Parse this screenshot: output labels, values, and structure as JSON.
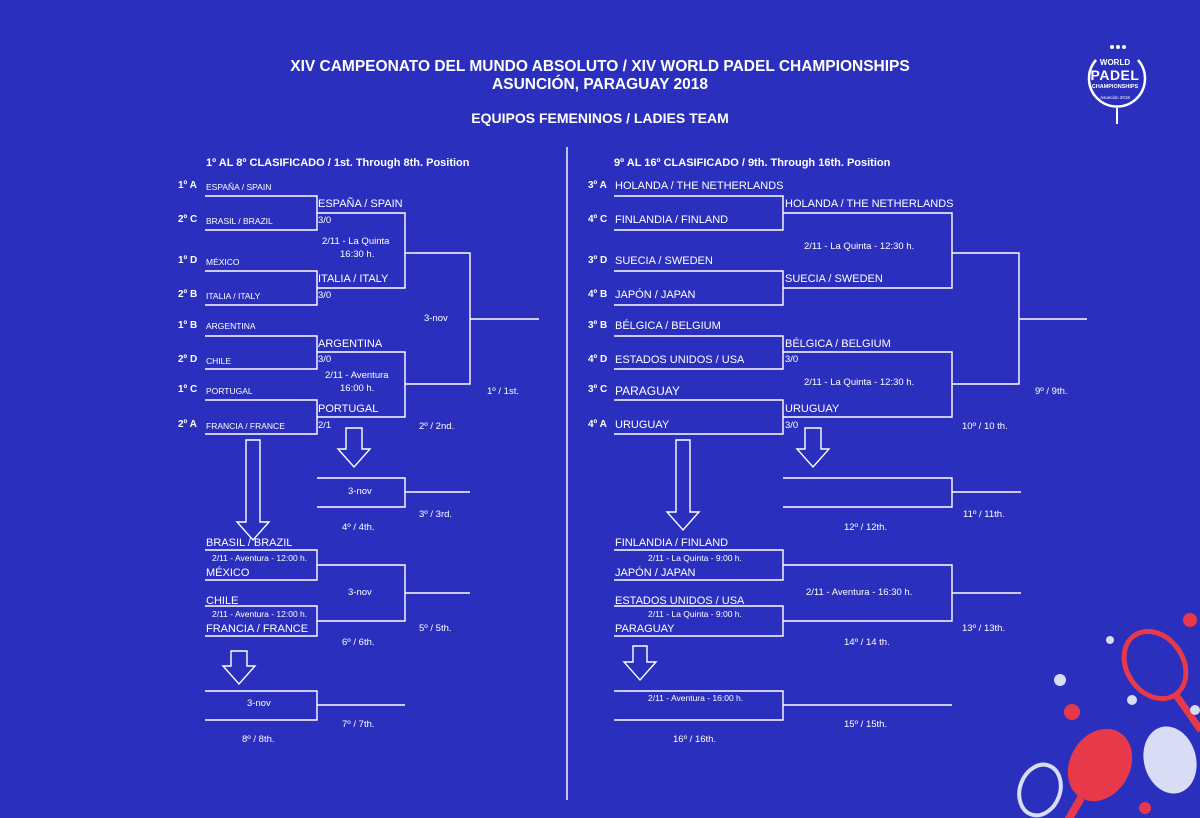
{
  "header": {
    "title_line1": "XIV CAMPEONATO DEL MUNDO ABSOLUTO / XIV WORLD PADEL CHAMPIONSHIPS",
    "title_line2": "ASUNCIÓN, PARAGUAY 2018",
    "title_line3": "EQUIPOS FEMENINOS / LADIES TEAM"
  },
  "logo": {
    "l1": "WORLD",
    "l2": "PADEL",
    "l3": "CHAMPIONSHIPS",
    "l4": "Asunción 2018"
  },
  "left": {
    "heading": "1º AL 8º CLASIFICADO / 1st. Through 8th. Position",
    "seeds": [
      "1º A",
      "2º C",
      "1º D",
      "2º B",
      "1º B",
      "2º D",
      "1º C",
      "2º A"
    ],
    "teams": [
      "ESPAÑA / SPAIN",
      "BRASIL / BRAZIL",
      "MÉXICO",
      "ITALIA / ITALY",
      "ARGENTINA",
      "CHILE",
      "PORTUGAL",
      "FRANCIA / FRANCE"
    ],
    "qf_winners": [
      "ESPAÑA / SPAIN",
      "ITALIA / ITALY",
      "ARGENTINA",
      "PORTUGAL"
    ],
    "qf_scores": [
      "3/0",
      "3/0",
      "3/0",
      "2/1"
    ],
    "sf1_date_line1": "2/11 - La Quinta",
    "sf1_date_line2": "16:30 h.",
    "sf2_date_line1": "2/11 - Aventura",
    "sf2_date_line2": "16:00 h.",
    "final_date": "3-nov",
    "first": "1º / 1st.",
    "second": "2º / 2nd.",
    "third_date": "3-nov",
    "third": "3º / 3rd.",
    "fourth": "4º / 4th.",
    "cons": {
      "t1": "BRASIL / BRAZIL",
      "d1": "2/11 - Aventura - 12:00 h.",
      "t2": "MÉXICO",
      "t3": "CHILE",
      "d2": "2/11 - Aventura - 12:00 h.",
      "t4": "FRANCIA / FRANCE",
      "final_date": "3-nov",
      "fifth": "5º / 5th.",
      "sixth": "6º / 6th.",
      "seventh_date": "3-nov",
      "seventh": "7º / 7th.",
      "eighth": "8º / 8th."
    }
  },
  "right": {
    "heading": "9º AL 16º CLASIFICADO / 9th. Through 16th. Position",
    "seeds": [
      "3º A",
      "4º C",
      "3º D",
      "4º B",
      "3º B",
      "4º D",
      "3º C",
      "4º A"
    ],
    "teams": [
      "HOLANDA / THE NETHERLANDS",
      "FINLANDIA / FINLAND",
      "SUECIA / SWEDEN",
      "JAPÓN / JAPAN",
      "BÉLGICA / BELGIUM",
      "ESTADOS UNIDOS / USA",
      "PARAGUAY",
      "URUGUAY"
    ],
    "qf_winners": [
      "HOLANDA / THE NETHERLANDS",
      "SUECIA / SWEDEN",
      "BÉLGICA / BELGIUM",
      "URUGUAY"
    ],
    "qf_scores": [
      "",
      "",
      "3/0",
      "3/0"
    ],
    "sf1_date": "2/11 - La Quinta - 12:30 h.",
    "sf2_date": "2/11 - La Quinta - 12:30 h.",
    "ninth": "9º / 9th.",
    "tenth": "10º / 10 th.",
    "eleventh": "11º / 11th.",
    "twelfth": "12º / 12th.",
    "cons": {
      "t1": "FINLANDIA / FINLAND",
      "d1": "2/11 - La Quinta - 9:00 h.",
      "t2": "JAPÓN / JAPAN",
      "t3": "ESTADOS UNIDOS / USA",
      "d2": "2/11 - La Quinta - 9:00 h.",
      "t4": "PARAGUAY",
      "final_date": "2/11 - Aventura - 16:30 h.",
      "thirteenth": "13º / 13th.",
      "fourteenth": "14º / 14 th.",
      "fifteenth_date": "2/11 - Aventura - 16:00 h.",
      "fifteenth": "15º / 15th.",
      "sixteenth": "16º / 16th."
    }
  },
  "colors": {
    "background": "#2a2fbe",
    "lines": "#ffffff",
    "decor_red": "#e8394a",
    "decor_light": "#d9dcf5"
  }
}
